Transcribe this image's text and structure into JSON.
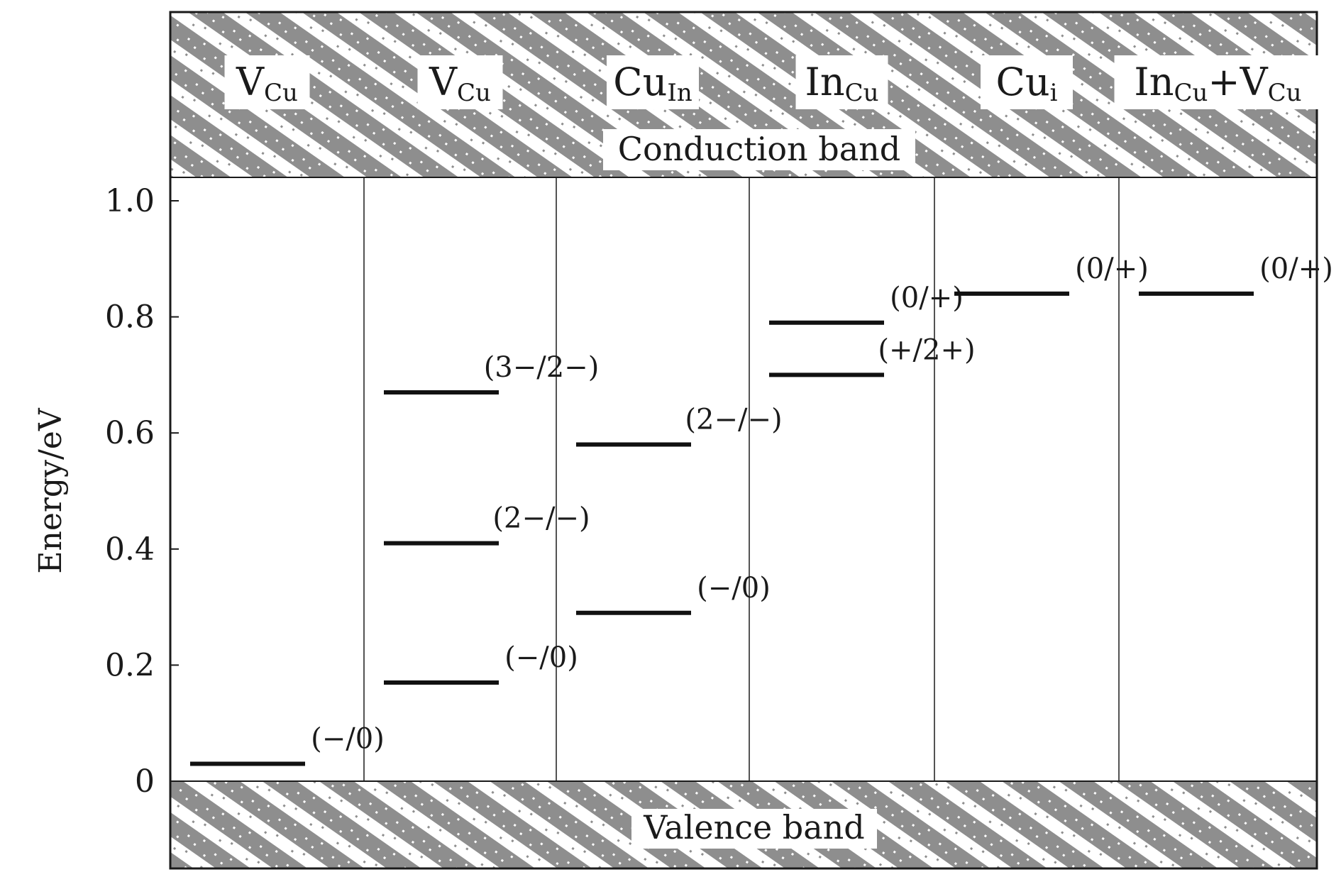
{
  "chart_data": {
    "type": "energy-level diagram",
    "ylabel": "Energy/eV",
    "ylim": [
      0,
      1.0
    ],
    "yticks": [
      "0",
      "0.2",
      "0.4",
      "0.6",
      "0.8",
      "1.0"
    ],
    "top_band_label": "Conduction band",
    "bottom_band_label": "Valence band",
    "columns": [
      {
        "header": [
          {
            "t": "V"
          },
          {
            "t": "Cu",
            "sub": true
          }
        ],
        "levels": [
          {
            "label": "(−/0)",
            "energy": 0.03
          }
        ]
      },
      {
        "header": [
          {
            "t": "V"
          },
          {
            "t": "Cu",
            "sub": true
          }
        ],
        "levels": [
          {
            "label": "(3−/2−)",
            "energy": 0.67
          },
          {
            "label": "(2−/−)",
            "energy": 0.41
          },
          {
            "label": "(−/0)",
            "energy": 0.17
          }
        ]
      },
      {
        "header": [
          {
            "t": "Cu"
          },
          {
            "t": "In",
            "sub": true
          }
        ],
        "levels": [
          {
            "label": "(2−/−)",
            "energy": 0.58
          },
          {
            "label": "(−/0)",
            "energy": 0.29
          }
        ]
      },
      {
        "header": [
          {
            "t": "In"
          },
          {
            "t": "Cu",
            "sub": true
          }
        ],
        "levels": [
          {
            "label": "(0/+)",
            "energy": 0.79
          },
          {
            "label": "(+/2+)",
            "energy": 0.7
          }
        ]
      },
      {
        "header": [
          {
            "t": "Cu"
          },
          {
            "t": "i",
            "sub": true
          }
        ],
        "levels": [
          {
            "label": "(0/+)",
            "energy": 0.84
          }
        ]
      },
      {
        "header": [
          {
            "t": "In"
          },
          {
            "t": "Cu",
            "sub": true
          },
          {
            "t": "+V"
          },
          {
            "t": "Cu",
            "sub": true
          }
        ],
        "levels": [
          {
            "label": "(0/+)",
            "energy": 0.84
          }
        ]
      }
    ]
  }
}
